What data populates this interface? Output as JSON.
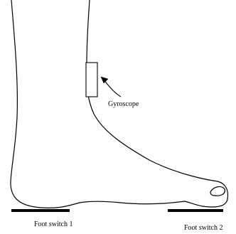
{
  "labels": {
    "gyroscope": "Gyroscope",
    "foot_switch_1": "Foot switch 1",
    "foot_switch_2": "Foot switch 2"
  },
  "colors": {
    "line": "#000000",
    "background": "#ffffff"
  }
}
